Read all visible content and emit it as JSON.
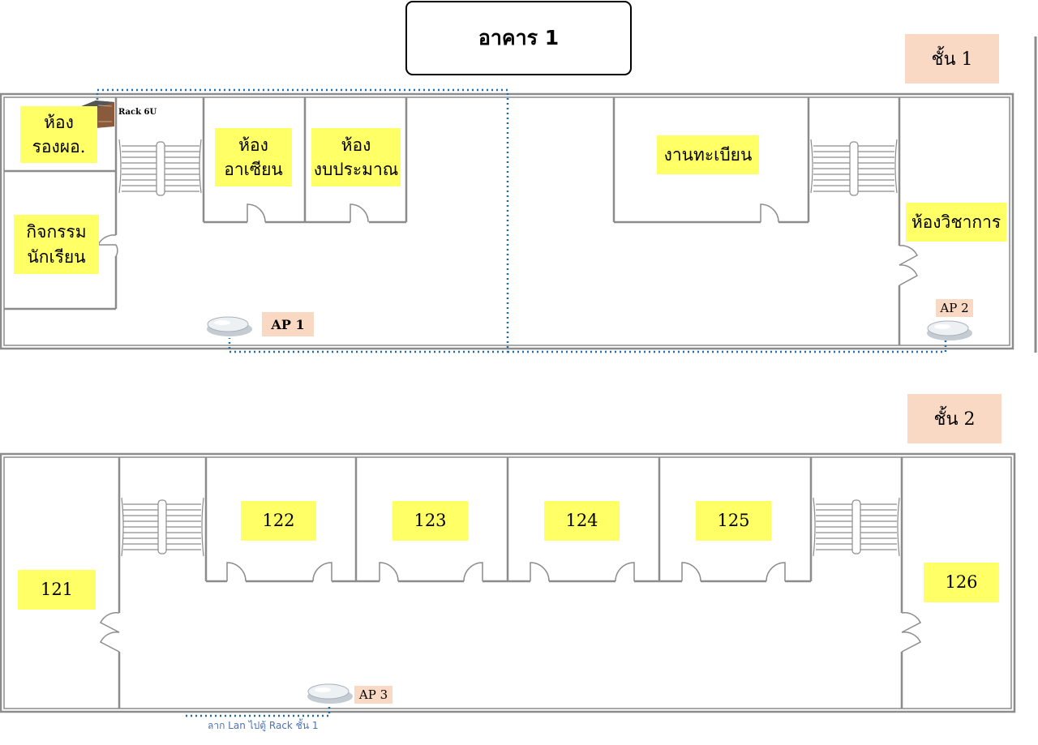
{
  "title": "อาคาร 1",
  "floors": [
    {
      "label": "ชั้น 1"
    },
    {
      "label": "ชั้น 2"
    }
  ],
  "floor1_rooms": [
    {
      "line1": "ห้อง",
      "line2": "รองผอ."
    },
    {
      "line1": "กิจกรรม",
      "line2": "นักเรียน"
    },
    {
      "line1": "ห้อง",
      "line2": "อาเซียน"
    },
    {
      "line1": "ห้อง",
      "line2": "งบประมาณ"
    },
    {
      "line1": "งานทะเบียน"
    },
    {
      "line1": "ห้องวิชาการ"
    }
  ],
  "floor2_rooms": [
    "121",
    "122",
    "123",
    "124",
    "125",
    "126"
  ],
  "rack": {
    "label": "Rack 6U"
  },
  "access_points": [
    {
      "label": "AP 1"
    },
    {
      "label": "AP 2"
    },
    {
      "label": "AP 3"
    }
  ],
  "cable_note": "ลาก Lan ไปตู้ Rack ชั้น 1",
  "colors": {
    "room_label": "#ffff66",
    "floor_label": "#f9d9c4",
    "cable": "#1a6fb0",
    "wall": "#8c8c8c"
  }
}
